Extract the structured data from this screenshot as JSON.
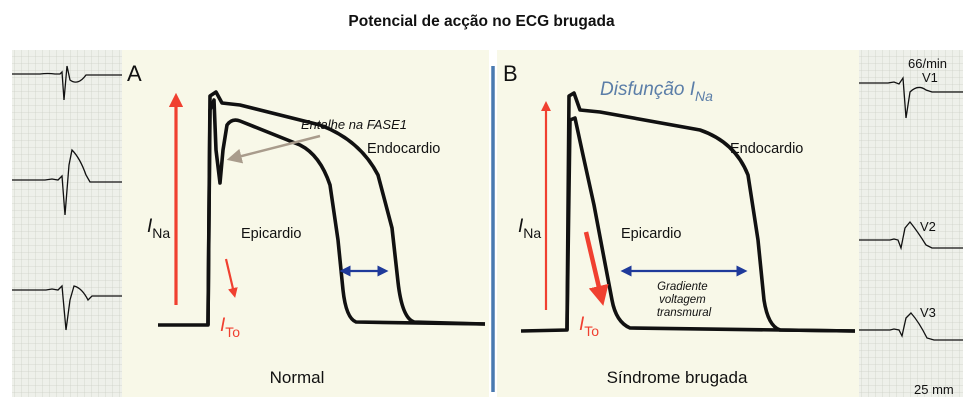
{
  "title": "Potencial de acção no ECG brugada",
  "panel_a": {
    "letter": "A",
    "callout": "Entalhe na FASE1",
    "endo_label": "Endocardio",
    "epi_label": "Epicardio",
    "ina": {
      "italic": "I",
      "sub": "Na"
    },
    "ito": {
      "italic": "I",
      "sub": "To"
    },
    "caption": "Normal"
  },
  "panel_b": {
    "letter": "B",
    "dysfunction": {
      "text": "Disfunção I",
      "sub": "Na"
    },
    "endo_label": "Endocardio",
    "epi_label": "Epicardio",
    "ina": {
      "italic": "I",
      "sub": "Na"
    },
    "ito": {
      "italic": "I",
      "sub": "To"
    },
    "gradient_lines": [
      "Gradiente",
      "voltagem",
      "transmural"
    ],
    "caption": "Síndrome brugada"
  },
  "ecg_right": {
    "rate": "66/min",
    "leads": [
      "V1",
      "V2",
      "V3"
    ],
    "speed": "25 mm"
  },
  "colors": {
    "panel_bg": "#f8f8e8",
    "ecg_bg": "#eef0ea",
    "grid": "#cdd1c8",
    "trace": "#111111",
    "red": "#f04030",
    "blue": "#1f3a9a",
    "divider": "#4a7ab0",
    "dysfunction_text": "#5b7ea8",
    "callout_arrow": "#a99c8c"
  }
}
